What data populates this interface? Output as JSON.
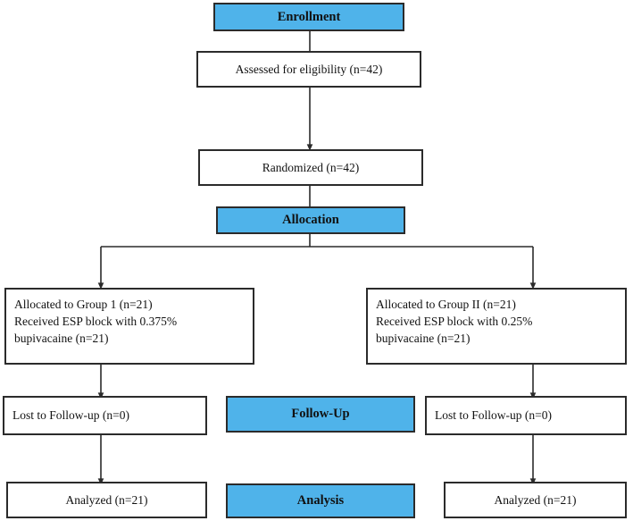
{
  "diagram": {
    "type": "consort-flow-diagram",
    "colors": {
      "band_fill": "#4fb3ea",
      "box_fill": "#ffffff",
      "border": "#2b2b2b",
      "text": "#111111"
    },
    "bands": {
      "enrollment": "Enrollment",
      "allocation": "Allocation",
      "followup": "Follow-Up",
      "analysis": "Analysis"
    },
    "enrollment_stage": {
      "assessed": "Assessed for eligibility (n=42)",
      "randomized": "Randomized (n=42)"
    },
    "allocation_stage": {
      "left": "Allocated to Group 1 (n=21)\nReceived ESP block with 0.375%\nbupivacaine (n=21)",
      "right": "Allocated to Group II (n=21)\nReceived ESP block with 0.25%\nbupivacaine (n=21)"
    },
    "followup_stage": {
      "left": "Lost to Follow-up (n=0)",
      "right": "Lost to Follow-up (n=0)"
    },
    "analysis_stage": {
      "left": "Analyzed (n=21)",
      "right": "Analyzed (n=21)"
    }
  }
}
